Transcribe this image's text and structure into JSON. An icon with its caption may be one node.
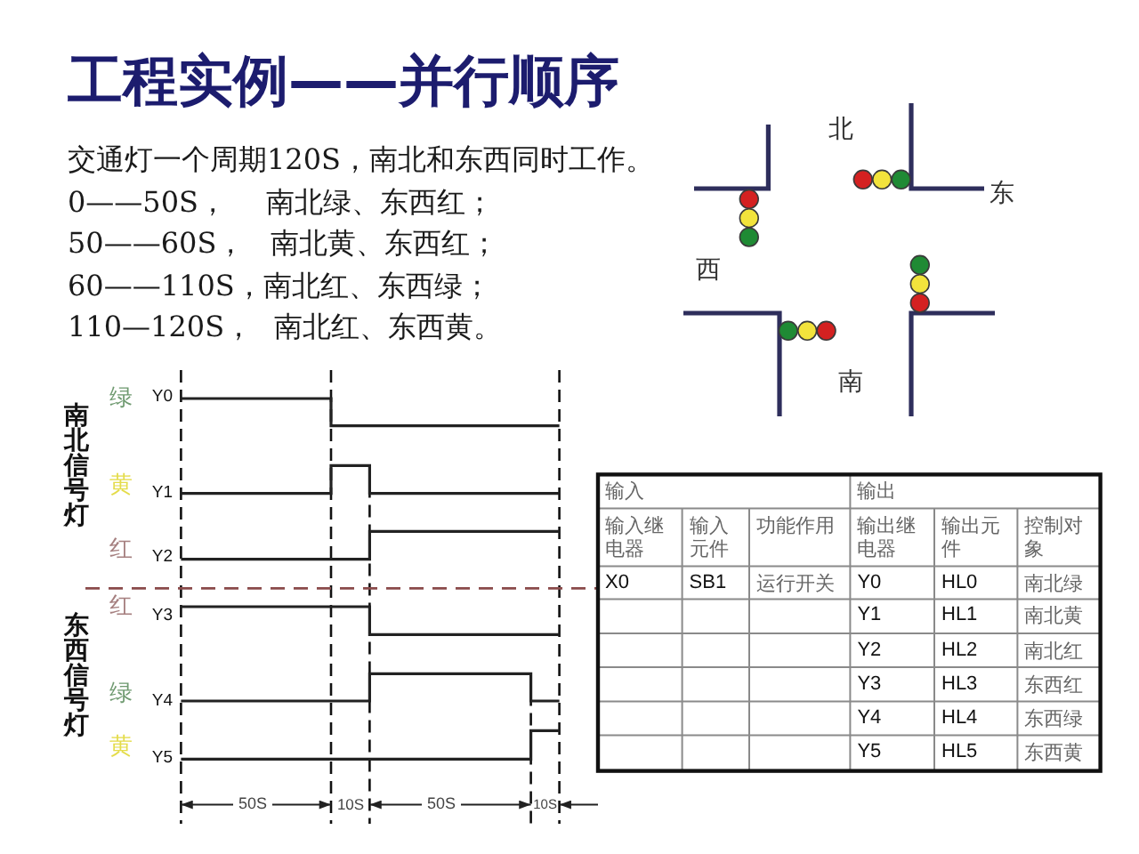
{
  "diagram": {
    "title": "工程实例——并行顺序",
    "labels": [
      "交通灯一个周期120S，南北和东西同时工作。",
      "0——50S， 南北绿、东西红；",
      "50——60S， 南北黄、东西红；",
      "60——110S，南北红、东西绿；",
      "110—120S， 南北红、东西黄。",
      "北",
      "东",
      "西",
      "南",
      "南北信号灯",
      "绿",
      "Y0",
      "黄",
      "Y1",
      "红",
      "Y2",
      "东西信号灯",
      "红",
      "Y3",
      "绿",
      "Y4",
      "黄",
      "Y5",
      "50S",
      "10S",
      "50S",
      "10S",
      "输入",
      "输出",
      "输入继电器",
      "输入元件",
      "功能作用",
      "输出继电器",
      "输出元件",
      "控制对象",
      "X0",
      "SB1",
      "运行开关",
      "Y0",
      "HL0",
      "南北绿",
      "Y1",
      "HL1",
      "南北黄",
      "Y2",
      "HL2",
      "南北红",
      "Y3",
      "HL3",
      "东西红",
      "Y4",
      "HL4",
      "东西绿",
      "Y5",
      "HL5",
      "东西黄"
    ]
  }
}
